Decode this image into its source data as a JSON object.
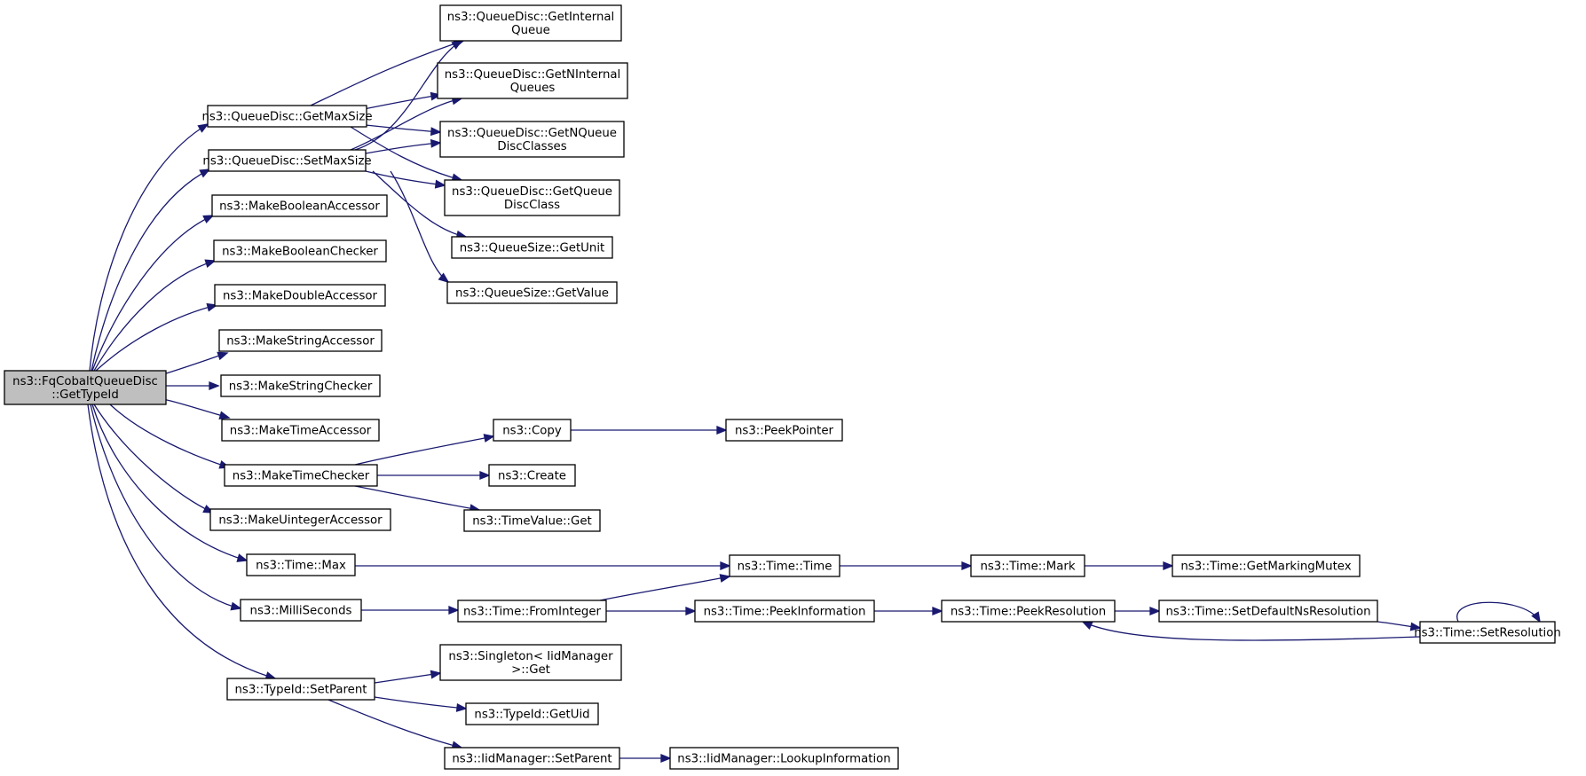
{
  "graph": {
    "nodes": [
      {
        "id": "root",
        "lines": [
          "ns3::FqCobaltQueueDisc",
          "::GetTypeId"
        ],
        "root": true
      },
      {
        "id": "getmaxsize",
        "lines": [
          "ns3::QueueDisc::GetMaxSize"
        ]
      },
      {
        "id": "setmaxsize",
        "lines": [
          "ns3::QueueDisc::SetMaxSize"
        ]
      },
      {
        "id": "mkboolacc",
        "lines": [
          "ns3::MakeBooleanAccessor"
        ]
      },
      {
        "id": "mkboolchk",
        "lines": [
          "ns3::MakeBooleanChecker"
        ]
      },
      {
        "id": "mkdblacc",
        "lines": [
          "ns3::MakeDoubleAccessor"
        ]
      },
      {
        "id": "mkstracc",
        "lines": [
          "ns3::MakeStringAccessor"
        ]
      },
      {
        "id": "mkstrchk",
        "lines": [
          "ns3::MakeStringChecker"
        ]
      },
      {
        "id": "mktimeacc",
        "lines": [
          "ns3::MakeTimeAccessor"
        ]
      },
      {
        "id": "mktimechk",
        "lines": [
          "ns3::MakeTimeChecker"
        ]
      },
      {
        "id": "mkuintacc",
        "lines": [
          "ns3::MakeUintegerAccessor"
        ]
      },
      {
        "id": "timemax",
        "lines": [
          "ns3::Time::Max"
        ]
      },
      {
        "id": "millisec",
        "lines": [
          "ns3::MilliSeconds"
        ]
      },
      {
        "id": "setparent",
        "lines": [
          "ns3::TypeId::SetParent"
        ]
      },
      {
        "id": "getintq",
        "lines": [
          "ns3::QueueDisc::GetInternal",
          "Queue"
        ]
      },
      {
        "id": "getnintq",
        "lines": [
          "ns3::QueueDisc::GetNInternal",
          "Queues"
        ]
      },
      {
        "id": "getnqdc",
        "lines": [
          "ns3::QueueDisc::GetNQueue",
          "DiscClasses"
        ]
      },
      {
        "id": "getqdc",
        "lines": [
          "ns3::QueueDisc::GetQueue",
          "DiscClass"
        ]
      },
      {
        "id": "qsunit",
        "lines": [
          "ns3::QueueSize::GetUnit"
        ]
      },
      {
        "id": "qsvalue",
        "lines": [
          "ns3::QueueSize::GetValue"
        ]
      },
      {
        "id": "copy",
        "lines": [
          "ns3::Copy"
        ]
      },
      {
        "id": "peekptr",
        "lines": [
          "ns3::PeekPointer"
        ]
      },
      {
        "id": "create",
        "lines": [
          "ns3::Create"
        ]
      },
      {
        "id": "tvget",
        "lines": [
          "ns3::TimeValue::Get"
        ]
      },
      {
        "id": "timetime",
        "lines": [
          "ns3::Time::Time"
        ]
      },
      {
        "id": "timemark",
        "lines": [
          "ns3::Time::Mark"
        ]
      },
      {
        "id": "getmarkmutex",
        "lines": [
          "ns3::Time::GetMarkingMutex"
        ]
      },
      {
        "id": "fromint",
        "lines": [
          "ns3::Time::FromInteger"
        ]
      },
      {
        "id": "peekinfo",
        "lines": [
          "ns3::Time::PeekInformation"
        ]
      },
      {
        "id": "peekres",
        "lines": [
          "ns3::Time::PeekResolution"
        ]
      },
      {
        "id": "setdefns",
        "lines": [
          "ns3::Time::SetDefaultNsResolution"
        ]
      },
      {
        "id": "setres",
        "lines": [
          "ns3::Time::SetResolution"
        ]
      },
      {
        "id": "singleton",
        "lines": [
          "ns3::Singleton< IidManager",
          ">::Get"
        ]
      },
      {
        "id": "getuid",
        "lines": [
          "ns3::TypeId::GetUid"
        ]
      },
      {
        "id": "iidsetparent",
        "lines": [
          "ns3::IidManager::SetParent"
        ]
      },
      {
        "id": "lookupinfo",
        "lines": [
          "ns3::IidManager::LookupInformation"
        ]
      }
    ],
    "edges": [
      [
        "root",
        "getmaxsize"
      ],
      [
        "root",
        "setmaxsize"
      ],
      [
        "root",
        "mkboolacc"
      ],
      [
        "root",
        "mkboolchk"
      ],
      [
        "root",
        "mkdblacc"
      ],
      [
        "root",
        "mkstracc"
      ],
      [
        "root",
        "mkstrchk"
      ],
      [
        "root",
        "mktimeacc"
      ],
      [
        "root",
        "mktimechk"
      ],
      [
        "root",
        "mkuintacc"
      ],
      [
        "root",
        "timemax"
      ],
      [
        "root",
        "millisec"
      ],
      [
        "root",
        "setparent"
      ],
      [
        "getmaxsize",
        "getintq"
      ],
      [
        "getmaxsize",
        "getnintq"
      ],
      [
        "getmaxsize",
        "getnqdc"
      ],
      [
        "getmaxsize",
        "getqdc"
      ],
      [
        "setmaxsize",
        "getintq"
      ],
      [
        "setmaxsize",
        "getnintq"
      ],
      [
        "setmaxsize",
        "getnqdc"
      ],
      [
        "setmaxsize",
        "getqdc"
      ],
      [
        "setmaxsize",
        "qsunit"
      ],
      [
        "setmaxsize",
        "qsvalue"
      ],
      [
        "mktimechk",
        "copy"
      ],
      [
        "mktimechk",
        "create"
      ],
      [
        "mktimechk",
        "tvget"
      ],
      [
        "copy",
        "peekptr"
      ],
      [
        "timemax",
        "timetime"
      ],
      [
        "timetime",
        "timemark"
      ],
      [
        "timemark",
        "getmarkmutex"
      ],
      [
        "millisec",
        "fromint"
      ],
      [
        "fromint",
        "timetime"
      ],
      [
        "fromint",
        "peekinfo"
      ],
      [
        "peekinfo",
        "peekres"
      ],
      [
        "peekres",
        "setdefns"
      ],
      [
        "setdefns",
        "setres"
      ],
      [
        "setres",
        "peekres"
      ],
      [
        "setres",
        "setres"
      ],
      [
        "setparent",
        "singleton"
      ],
      [
        "setparent",
        "getuid"
      ],
      [
        "setparent",
        "iidsetparent"
      ],
      [
        "iidsetparent",
        "lookupinfo"
      ]
    ]
  }
}
